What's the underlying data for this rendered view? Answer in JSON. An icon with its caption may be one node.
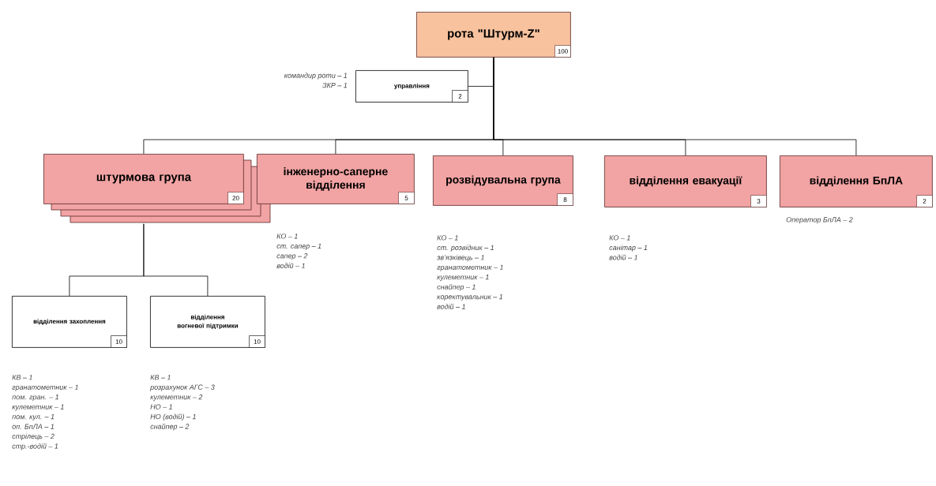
{
  "diagram": {
    "nodes": [
      {
        "text": [
          "рота \"Штурм-Z\"",
          "100"
        ]
      },
      {
        "text": [
          "управління",
          "2"
        ],
        "beside": [
          "командир роти – 1",
          "ЗКР – 1"
        ]
      },
      {
        "text": [
          "штурмова група",
          "20"
        ]
      },
      {
        "text": [
          "інженерно-саперне відділення",
          "5"
        ],
        "beside": [
          "КО – 1",
          "ст. сапер – 1",
          "сапер – 2",
          "водій – 1"
        ]
      },
      {
        "text": [
          "розвідувальна група",
          "8"
        ],
        "beside": [
          "КО – 1",
          "ст. розвідник – 1",
          "зв’язківець – 1",
          "гранатометник – 1",
          "кулеметник – 1",
          "снайпер – 1",
          "коректувальник – 1",
          "водій – 1"
        ]
      },
      {
        "text": [
          "відділення евакуації",
          "3"
        ],
        "beside": [
          "КО – 1",
          "санітар – 1",
          "водій – 1"
        ]
      },
      {
        "text": [
          "відділення БпЛА",
          "2"
        ],
        "beside": [
          "Оператор БпЛА – 2"
        ]
      },
      {
        "text": [
          "відділення захоплення",
          "10"
        ],
        "beside": [
          "КВ – 1",
          "гранатометник – 1",
          "пом. гран. – 1",
          "кулеметник – 1",
          "пом. кул. – 1",
          "оп. БпЛА – 1",
          "стрілець – 2",
          "стр.-водій – 1"
        ]
      },
      {
        "text": [
          "відділення вогневої підтримки",
          "10"
        ],
        "beside": [
          "КВ – 1",
          "розрахунок АГС – 3",
          "кулеметник – 2",
          "НО – 1",
          "НО (водій) – 1",
          "снайпер – 2"
        ]
      }
    ],
    "edges": [
      {
        "from": 0,
        "to": 1,
        "arrow": "none"
      },
      {
        "from": 0,
        "to": 2,
        "arrow": "none"
      },
      {
        "from": 0,
        "to": 3,
        "arrow": "none"
      },
      {
        "from": 0,
        "to": 4,
        "arrow": "none"
      },
      {
        "from": 0,
        "to": 5,
        "arrow": "none"
      },
      {
        "from": 0,
        "to": 6,
        "arrow": "none"
      },
      {
        "from": 2,
        "to": 7,
        "arrow": "none"
      },
      {
        "from": 2,
        "to": 8,
        "arrow": "none"
      }
    ]
  }
}
